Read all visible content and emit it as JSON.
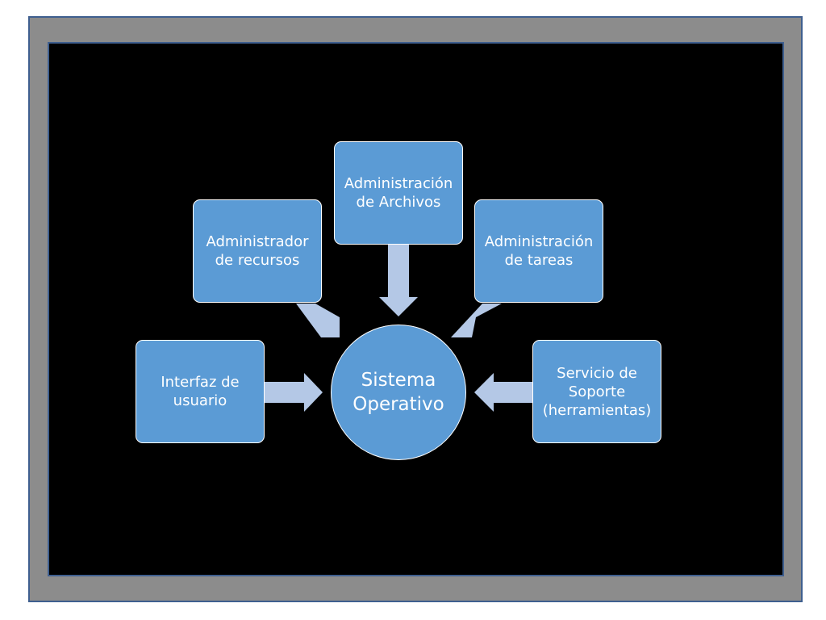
{
  "diagram": {
    "center": {
      "label": "Sistema\nOperativo"
    },
    "nodes": {
      "archivos": {
        "label": "Administración\nde Archivos"
      },
      "recursos": {
        "label": "Administrador\nde recursos"
      },
      "tareas": {
        "label": "Administración\nde tareas"
      },
      "interfaz": {
        "label": "Interfaz de\nusuario"
      },
      "soporte": {
        "label": "Servicio de\nSoporte\n(herramientas)"
      }
    }
  },
  "colors": {
    "box_fill": "#5b9bd5",
    "arrow_fill": "#b4c8e6",
    "frame_gray": "#8c8c8c",
    "frame_border": "#3f5f8f",
    "canvas": "#000000"
  }
}
